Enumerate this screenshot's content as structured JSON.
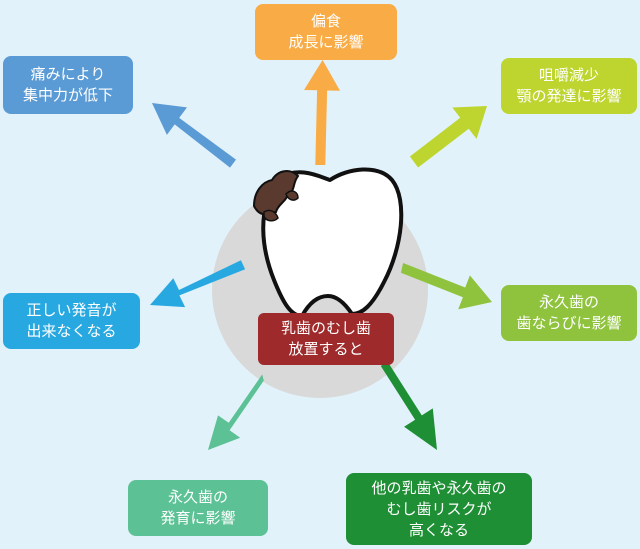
{
  "center": {
    "line1": "乳歯のむし歯",
    "line2": "放置すると",
    "color": "#9e2a2b"
  },
  "effects": [
    {
      "id": "picky-eating",
      "lines": [
        "偏食",
        "成長に影響"
      ],
      "color": "#f9ab45"
    },
    {
      "id": "chewing",
      "lines": [
        "咀嚼減少",
        "顎の発達に影響"
      ],
      "color": "#bdd52e"
    },
    {
      "id": "alignment",
      "lines": [
        "永久歯の",
        "歯ならびに影響"
      ],
      "color": "#8fc33d"
    },
    {
      "id": "other-teeth",
      "lines": [
        "他の乳歯や永久歯の",
        "むし歯リスクが",
        "高くなる"
      ],
      "color": "#1e8f35"
    },
    {
      "id": "growth",
      "lines": [
        "永久歯の",
        "発育に影響"
      ],
      "color": "#5cc195"
    },
    {
      "id": "speech",
      "lines": [
        "正しい発音が",
        "出来なくなる"
      ],
      "color": "#28a8e0"
    },
    {
      "id": "concentration",
      "lines": [
        "痛みにより",
        "集中力が低下"
      ],
      "color": "#5b9bd5"
    }
  ]
}
